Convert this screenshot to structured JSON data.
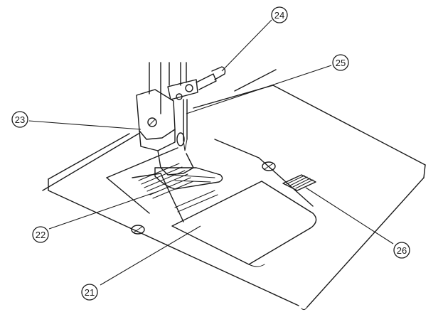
{
  "callouts": [
    {
      "id": "needle-plate",
      "label": "21"
    },
    {
      "id": "feed-dog",
      "label": "22"
    },
    {
      "id": "presser-foot-holder",
      "label": "23"
    },
    {
      "id": "needle-clamp-screw",
      "label": "24"
    },
    {
      "id": "needle",
      "label": "25"
    },
    {
      "id": "bobbin-cover-release-button",
      "label": "26"
    }
  ]
}
